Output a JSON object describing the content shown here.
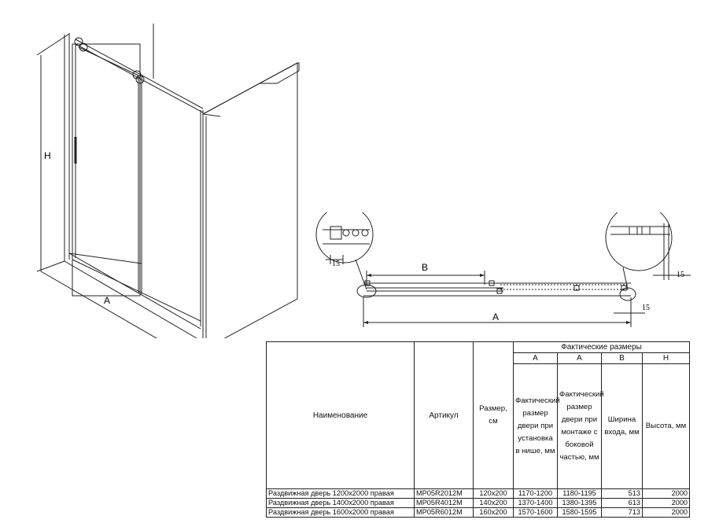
{
  "drawing": {
    "label_h": "H",
    "label_a_iso": "A",
    "label_b": "B",
    "label_a_plan": "A",
    "dim_15_left": "15",
    "dim_15_right": "15",
    "dim_15_bottom": "15"
  },
  "table": {
    "group_header": "Фактические размеры",
    "headers": {
      "name": "Наименование",
      "article": "Артикул",
      "size": "Размер, см",
      "sub_letters": [
        "A",
        "A",
        "B",
        "H"
      ],
      "actual_niche": "Фактический размер двери при установка в нише, мм",
      "actual_side": "Фактический размер двери при монтаже с боковой частью, мм",
      "entry_width": "Ширина входа, мм",
      "height": "Высота, мм"
    },
    "rows": [
      {
        "name": "Раздвижная дверь 1200х2000 правая",
        "article": "MP05R2012M",
        "size": "120х200",
        "niche": "1170-1200",
        "side": "1180-1195",
        "entry": "513",
        "height": "2000"
      },
      {
        "name": "Раздвижная дверь 1400х2000 правая",
        "article": "MP05R4012M",
        "size": "140х200",
        "niche": "1370-1400",
        "side": "1380-1395",
        "entry": "613",
        "height": "2000"
      },
      {
        "name": "Раздвижная дверь 1600х2000 правая",
        "article": "MP05R6012M",
        "size": "160х200",
        "niche": "1570-1600",
        "side": "1580-1595",
        "entry": "713",
        "height": "2000"
      }
    ]
  }
}
